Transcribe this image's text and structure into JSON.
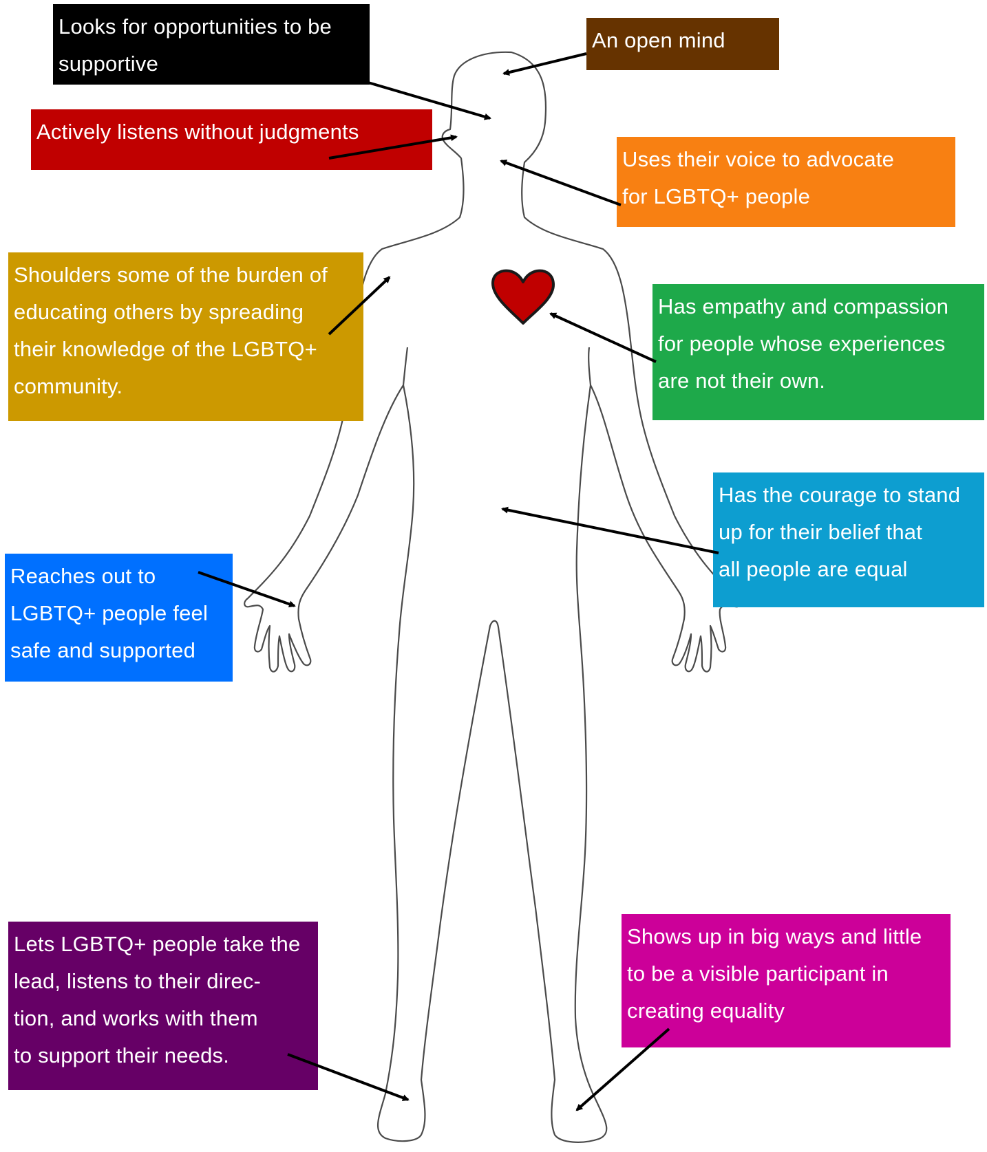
{
  "colors": {
    "black": "#000000",
    "brown": "#663300",
    "red": "#c00000",
    "orange": "#f88012",
    "gold": "#cc9900",
    "green": "#1ea94a",
    "cyan": "#0d9ed0",
    "blue": "#0070ff",
    "purple": "#660066",
    "magenta": "#cc0099",
    "heart": "#c00000",
    "outline": "#4a4a4a"
  },
  "callouts": {
    "supportive": {
      "lines": [
        "Looks for opportunities to be",
        "supportive"
      ],
      "color": "#000000"
    },
    "open_mind": {
      "lines": [
        "An open mind"
      ],
      "color": "#663300"
    },
    "listens": {
      "lines": [
        "Actively listens without judgments"
      ],
      "color": "#c00000"
    },
    "voice": {
      "lines": [
        "Uses their voice to advocate",
        "for LGBTQ+ people"
      ],
      "color": "#f88012"
    },
    "shoulders": {
      "lines": [
        "Shoulders some of the burden of",
        "educating others by spreading",
        "their knowledge of the LGBTQ+",
        "community."
      ],
      "color": "#cc9900"
    },
    "empathy": {
      "lines": [
        "Has empathy and compassion",
        "for people whose experiences",
        "are not their own."
      ],
      "color": "#1ea94a"
    },
    "courage": {
      "lines": [
        "Has the courage to stand",
        "up for their belief that",
        "all people are equal"
      ],
      "color": "#0d9ed0"
    },
    "reaches": {
      "lines": [
        "Reaches out to",
        "LGBTQ+ people feel",
        "safe and supported"
      ],
      "color": "#0070ff"
    },
    "lead": {
      "lines": [
        "Lets LGBTQ+ people take the",
        "lead, listens to their direc-",
        "tion, and works with them",
        "to support their needs."
      ],
      "color": "#660066"
    },
    "shows_up": {
      "lines": [
        "Shows up in big ways and little",
        "to be a visible participant in",
        "creating equality"
      ],
      "color": "#cc0099"
    }
  }
}
